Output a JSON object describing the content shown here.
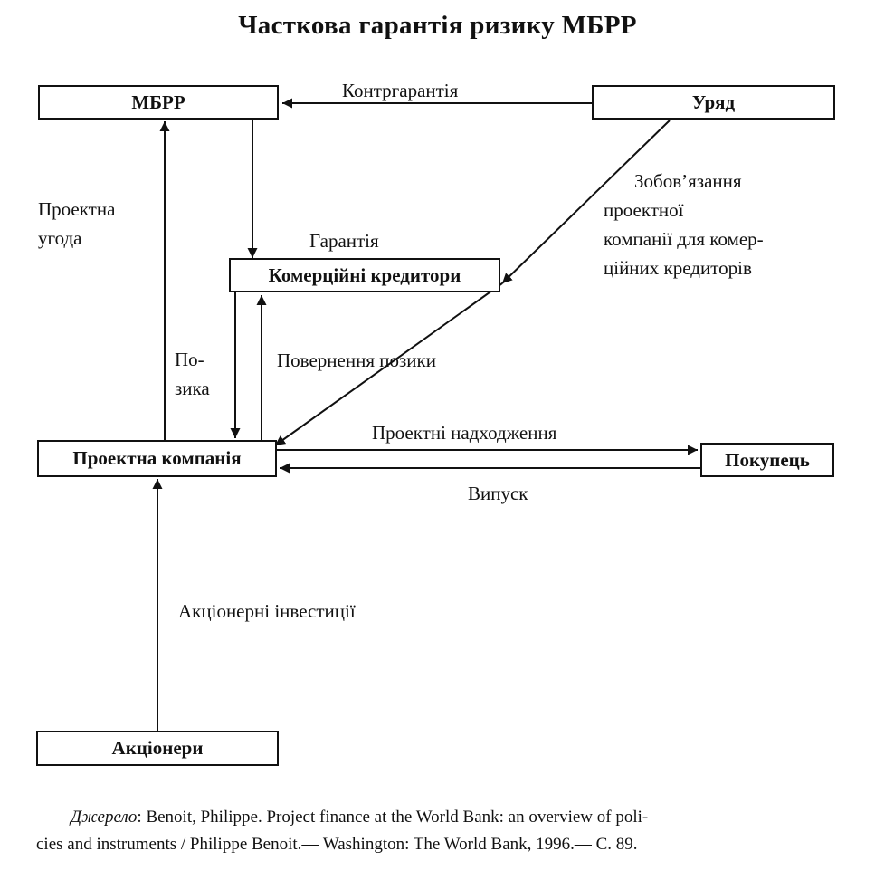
{
  "title": "Часткова гарантія ризику МБРР",
  "nodes": {
    "ibrd": "МБРР",
    "government": "Уряд",
    "commercial_creditors": "Комерційні кредитори",
    "project_company": "Проектна компанія",
    "buyer": "Покупець",
    "shareholders": "Акціонери"
  },
  "edges": {
    "counter_guarantee": "Контргарантія",
    "project_agreement": [
      "Проектна",
      "угода"
    ],
    "guarantee": "Гарантія",
    "loan": [
      "По-",
      "зика"
    ],
    "loan_repayment": "Повернення позики",
    "obligations": [
      "Зобов’язання",
      "проектної",
      "компанії для комер-",
      "ційних кредиторів"
    ],
    "project_revenues": "Проектні надходження",
    "output": "Випуск",
    "equity_investments": "Акціонерні інвестиції"
  },
  "source": {
    "label": "Джерело",
    "line1": ": Benoit, Philippe. Project finance at the World Bank: an overview of poli-",
    "line2": "cies and instruments / Philippe Benoit.— Washington: The World Bank, 1996.— С. 89."
  }
}
